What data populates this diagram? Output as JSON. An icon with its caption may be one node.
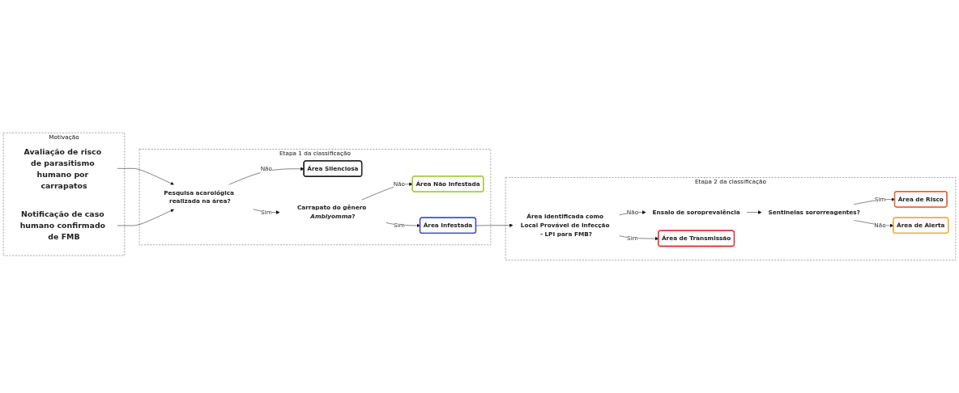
{
  "diagram": {
    "nodes": [
      {
        "text": [
          "Motivação"
        ]
      },
      {
        "text": [
          "Avaliação de risco de parasitismo humano por carrapatos"
        ],
        "in": 0
      },
      {
        "text": [
          "Notificação de caso humano confirmado de FMB"
        ],
        "in": 0
      },
      {
        "text": [
          "Etapa 1 da classificação"
        ]
      },
      {
        "text": [
          "Pesquisa acarológica realizada na área?"
        ],
        "in": 3
      },
      {
        "text": [
          "Área Silenciosa"
        ],
        "in": 3
      },
      {
        "text": [
          "Carrapato do gênero *Amblyomma*?"
        ],
        "in": 3
      },
      {
        "text": [
          "Área Não Infestada"
        ],
        "in": 3
      },
      {
        "text": [
          "Área Infestada"
        ],
        "in": 3
      },
      {
        "text": [
          "Etapa 2 da classificação"
        ]
      },
      {
        "text": [
          "Área identificada como Local Provável de Infecção - LPI para FMB?"
        ],
        "in": 9
      },
      {
        "text": [
          "Ensaio de soroprevalência"
        ],
        "in": 9
      },
      {
        "text": [
          "Área de Transmissão"
        ],
        "in": 9
      },
      {
        "text": [
          "Sentinelas sororreagentes?"
        ],
        "in": 9
      },
      {
        "text": [
          "Área de Risco"
        ],
        "in": 9
      },
      {
        "text": [
          "Área de Alerta"
        ],
        "in": 9
      }
    ],
    "edges": [
      {
        "from": 1,
        "to": 4,
        "arrow": "to"
      },
      {
        "from": 2,
        "to": 4,
        "arrow": "to"
      },
      {
        "from": 4,
        "to": 5,
        "label": "Não",
        "arrow": "to"
      },
      {
        "from": 4,
        "to": 6,
        "label": "Sim",
        "arrow": "to"
      },
      {
        "from": 6,
        "to": 7,
        "label": "Não",
        "arrow": "to"
      },
      {
        "from": 6,
        "to": 8,
        "label": "Sim",
        "arrow": "to"
      },
      {
        "from": 8,
        "to": 10,
        "arrow": "to"
      },
      {
        "from": 10,
        "to": 11,
        "label": "Não",
        "arrow": "to"
      },
      {
        "from": 10,
        "to": 12,
        "label": "Sim",
        "arrow": "to"
      },
      {
        "from": 11,
        "to": 13,
        "arrow": "to"
      },
      {
        "from": 13,
        "to": 14,
        "label": "Sim",
        "arrow": "to"
      },
      {
        "from": 13,
        "to": 15,
        "label": "Não",
        "arrow": "to"
      }
    ]
  }
}
